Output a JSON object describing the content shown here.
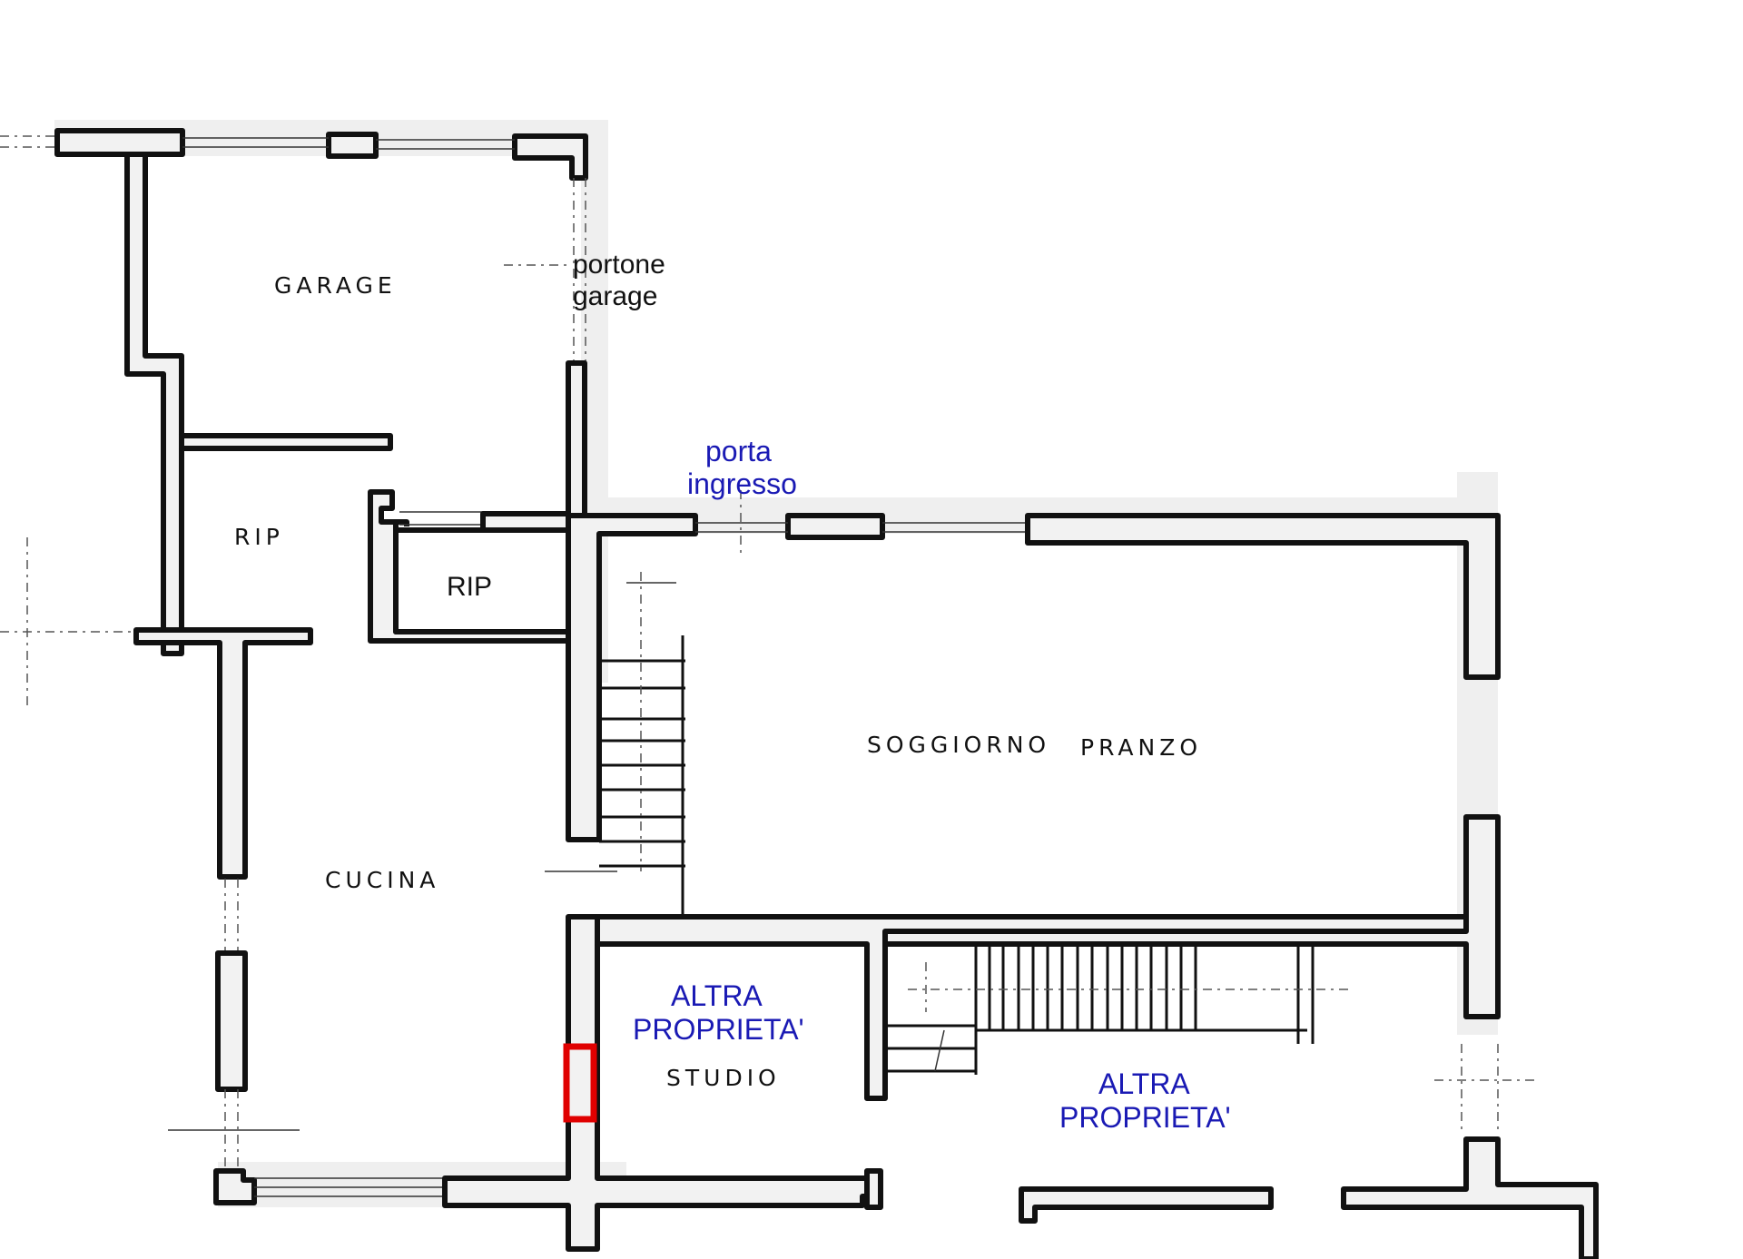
{
  "floor_plan": {
    "rooms": {
      "garage": "GARAGE",
      "rip_left": "RIP",
      "rip_right": "RIP",
      "cucina": "CUCINA",
      "soggiorno": "SOGGIORNO",
      "pranzo": "PRANZO",
      "studio": "STUDIO"
    },
    "annotations": {
      "portone_garage_line1": "portone",
      "portone_garage_line2": "garage",
      "porta_ingresso_line1": "porta",
      "porta_ingresso_line2": "ingresso",
      "altra_proprieta_studio_line1": "ALTRA",
      "altra_proprieta_studio_line2": "PROPRIETA'",
      "altra_proprieta_right_line1": "ALTRA",
      "altra_proprieta_right_line2": "PROPRIETA'"
    },
    "colors": {
      "wall": "#111111",
      "annotation_blue": "#1a1ab4",
      "highlight_red": "#e00000",
      "wall_fill": "#f2f2f2"
    }
  }
}
